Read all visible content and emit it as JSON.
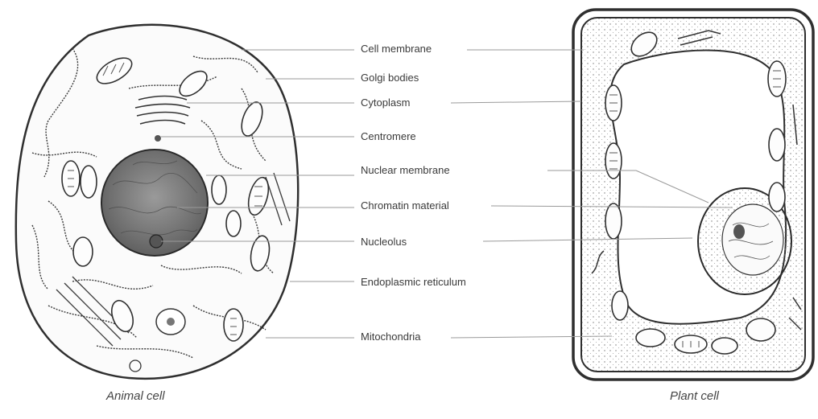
{
  "labels": [
    "Cell membrane",
    "Golgi bodies",
    "Cytoplasm",
    "Centromere",
    "Nuclear membrane",
    "Chromatin material",
    "Nucleolus",
    "Endoplasmic reticulum",
    "Mitochondria"
  ],
  "captions": {
    "animal": "Animal cell",
    "plant": "Plant cell"
  },
  "colors": {
    "outline": "#2f2f2f",
    "nucleus": "#7d7d7d",
    "leader": "#9a9a9a"
  }
}
